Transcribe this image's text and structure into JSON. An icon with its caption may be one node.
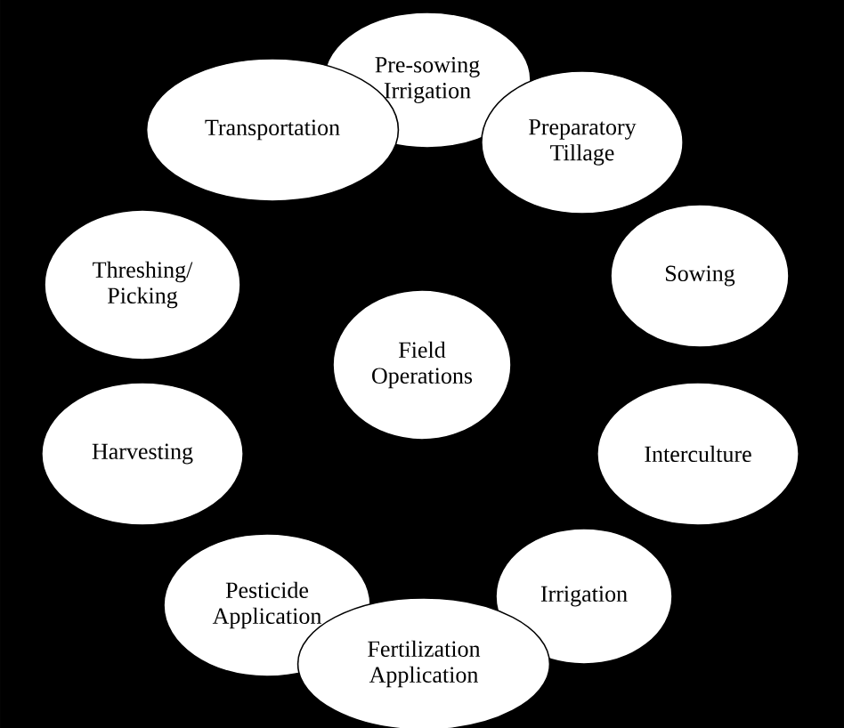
{
  "diagram": {
    "nodes": [
      {
        "text": [
          "Field Operations"
        ]
      },
      {
        "text": [
          "Pre-sowing Irrigation"
        ]
      },
      {
        "text": [
          "Preparatory Tillage"
        ]
      },
      {
        "text": [
          "Sowing"
        ]
      },
      {
        "text": [
          "Interculture"
        ]
      },
      {
        "text": [
          "Irrigation"
        ]
      },
      {
        "text": [
          "Fertilization Application"
        ]
      },
      {
        "text": [
          "Pesticide Application"
        ]
      },
      {
        "text": [
          "Harvesting"
        ]
      },
      {
        "text": [
          "Threshing/ Picking"
        ]
      },
      {
        "text": [
          "Transportation"
        ]
      }
    ]
  }
}
